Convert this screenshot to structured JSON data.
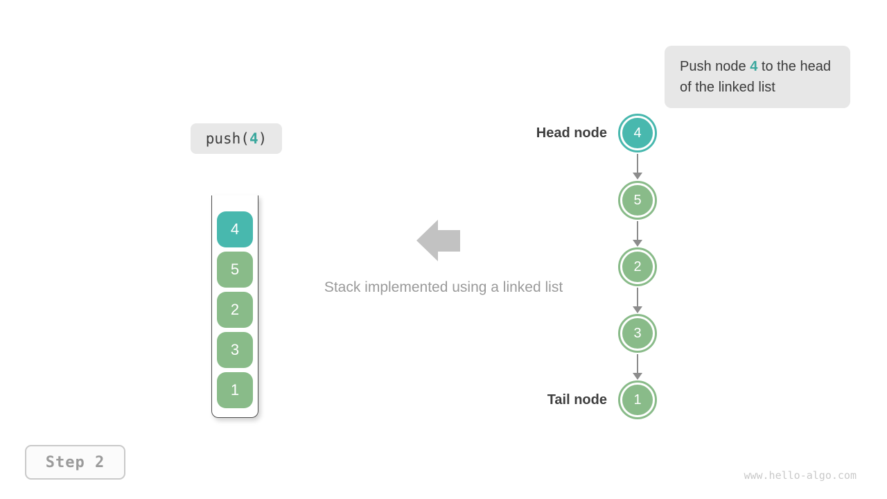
{
  "callout": {
    "prefix": "Push node ",
    "highlight": "4",
    "suffix": " to the head of the linked list"
  },
  "operation": {
    "prefix": "push(",
    "arg": "4",
    "suffix": ")"
  },
  "stack": {
    "items": [
      "4",
      "5",
      "2",
      "3",
      "1"
    ]
  },
  "linked_list": {
    "head_label": "Head node",
    "tail_label": "Tail node",
    "nodes": [
      "4",
      "5",
      "2",
      "3",
      "1"
    ]
  },
  "caption": "Stack implemented using a linked list",
  "step_badge": "Step 2",
  "watermark": "www.hello-algo.com",
  "colors": {
    "highlight_teal": "#3aa79d",
    "node_teal": "#48b8ae",
    "node_green": "#89bb89",
    "block_arrow_gray": "#c2c2c2",
    "connector_gray": "#8c8c8c",
    "callout_bg": "#e7e7e7"
  }
}
